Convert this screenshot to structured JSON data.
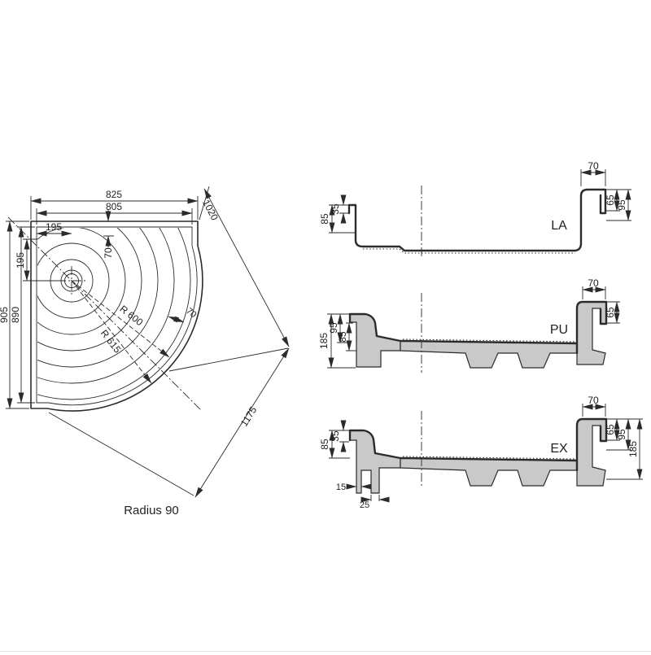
{
  "top_view": {
    "dim_width_outer": "825",
    "dim_width_inner": "805",
    "dim_diagonal_top": "1020",
    "dim_drain_x": "195",
    "dim_drain_y": "195",
    "dim_rim_width": "70",
    "dim_height_outer": "905",
    "dim_height_inner": "890",
    "radius_floor": "R 600",
    "radius_rim": "R 615",
    "dim_arc_gap": "70",
    "dim_diagonal_bottom": "1175",
    "caption": "Radius 90"
  },
  "sections": {
    "la": {
      "label": "LA",
      "dim_rim_top": "70",
      "dim_hook": "35",
      "dim_wall": "85",
      "dim_hook_right": "65",
      "dim_wall_right": "95"
    },
    "pu": {
      "label": "PU",
      "dim_rim_top": "70",
      "dim_wall": "95",
      "dim_depth": "85",
      "dim_total": "185",
      "dim_hook_right": "65"
    },
    "ex": {
      "label": "EX",
      "dim_rim_top": "70",
      "dim_hook": "35",
      "dim_wall": "85",
      "dim_foot_wall": "15",
      "dim_foot": "25",
      "dim_hook_right": "65",
      "dim_wall_right": "95",
      "dim_total": "185"
    }
  },
  "colors": {
    "line": "#2b2b2b",
    "foam": "#c9c9c9",
    "background": "#ffffff"
  }
}
